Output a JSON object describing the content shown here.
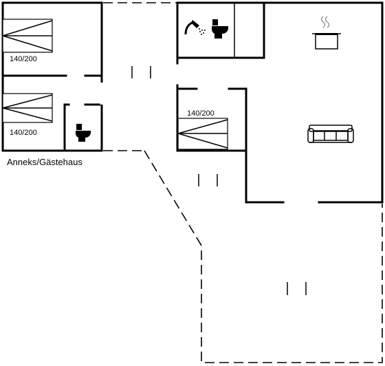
{
  "labels": {
    "annex_bed_upper": "140/200",
    "annex_bed_lower": "140/200",
    "main_bed": "140/200",
    "annex_caption": "Anneks/Gästehaus"
  },
  "icons": {
    "shower": "shower-icon",
    "toilet": "toilet-icon",
    "stove": "cooking-pot-icon",
    "sofa": "sofa-icon",
    "bed": "bed-icon",
    "door": "door-icon"
  },
  "colors": {
    "line": "#000000",
    "background": "#ffffff"
  }
}
